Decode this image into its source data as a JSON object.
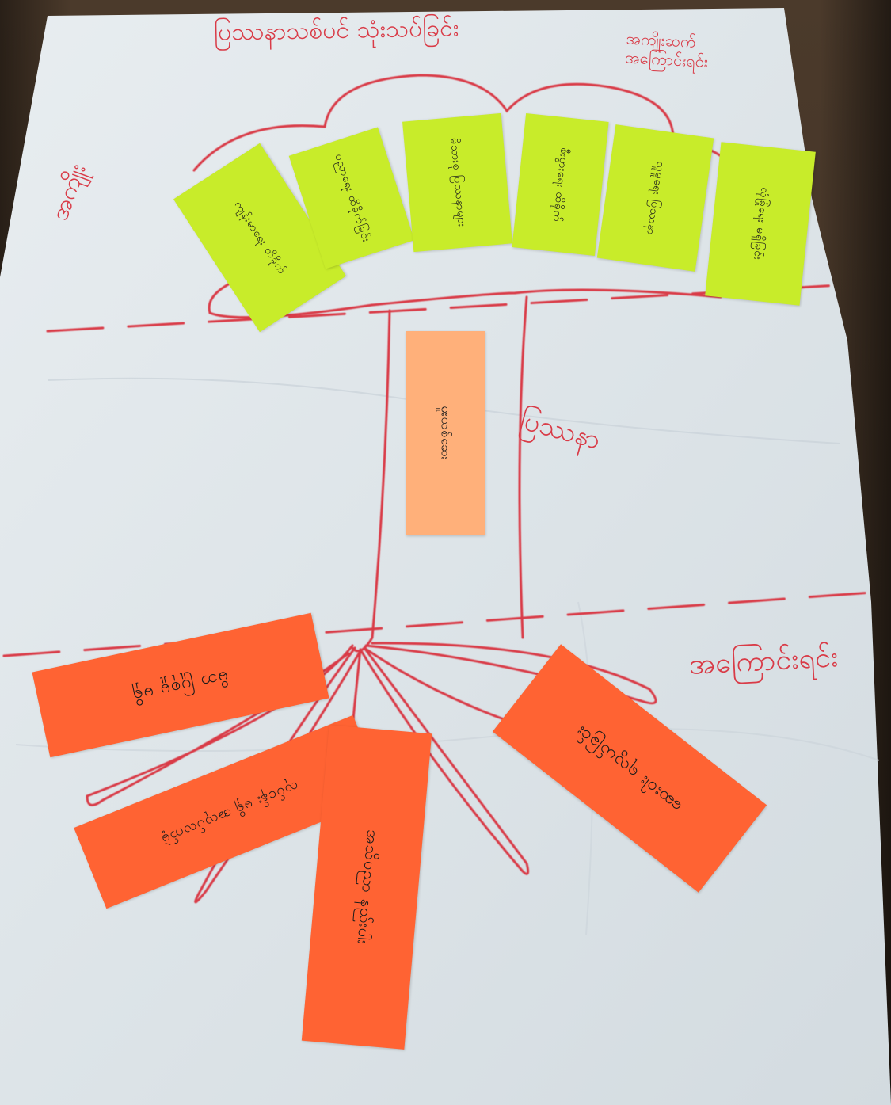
{
  "scene": {
    "paper_color": "#dfe6ea",
    "marker_color": "#d93b47",
    "note_colors": {
      "leaves": "#c8ec2a",
      "trunk": "#ffb07a",
      "roots": "#ff6333"
    }
  },
  "header": {
    "title": "ပြဿနာသစ်ပင် သုံးသပ်ခြင်း",
    "corner_note": "အကျိုးဆက် အကြောင်းရင်း"
  },
  "labels": {
    "leaves": "အကျိုး",
    "trunk": "ပြဿနာ",
    "roots": "အကြောင်းရင်း"
  },
  "notes": {
    "leaves": [
      {
        "text": "ကျန်းမာရေး ထိခိုက်"
      },
      {
        "text": "ပညာရေး ထိခိုက်ခြင်း"
      },
      {
        "text": "မိသားစု ပြဿနာများ"
      },
      {
        "text": "စီးပွားရေး ထိခိုက်"
      },
      {
        "text": "လူမှုရေး ပြဿနာ"
      },
      {
        "text": "လုံခြုံရေး မရှိခြင်း"
      }
    ],
    "trunk": [
      {
        "text": "မူးယစ်ဆေး"
      }
    ],
    "roots": [
      {
        "text": "မိဘ ပြုစုမှု မရှိ"
      },
      {
        "text": "လုပ်ငန်း မရှိ အလုပ်လက်မဲ့"
      },
      {
        "text": "အသိပညာ နည်းပါး"
      },
      {
        "text": "ဆေးဝါး ရလွယ်ခြင်း"
      }
    ]
  }
}
